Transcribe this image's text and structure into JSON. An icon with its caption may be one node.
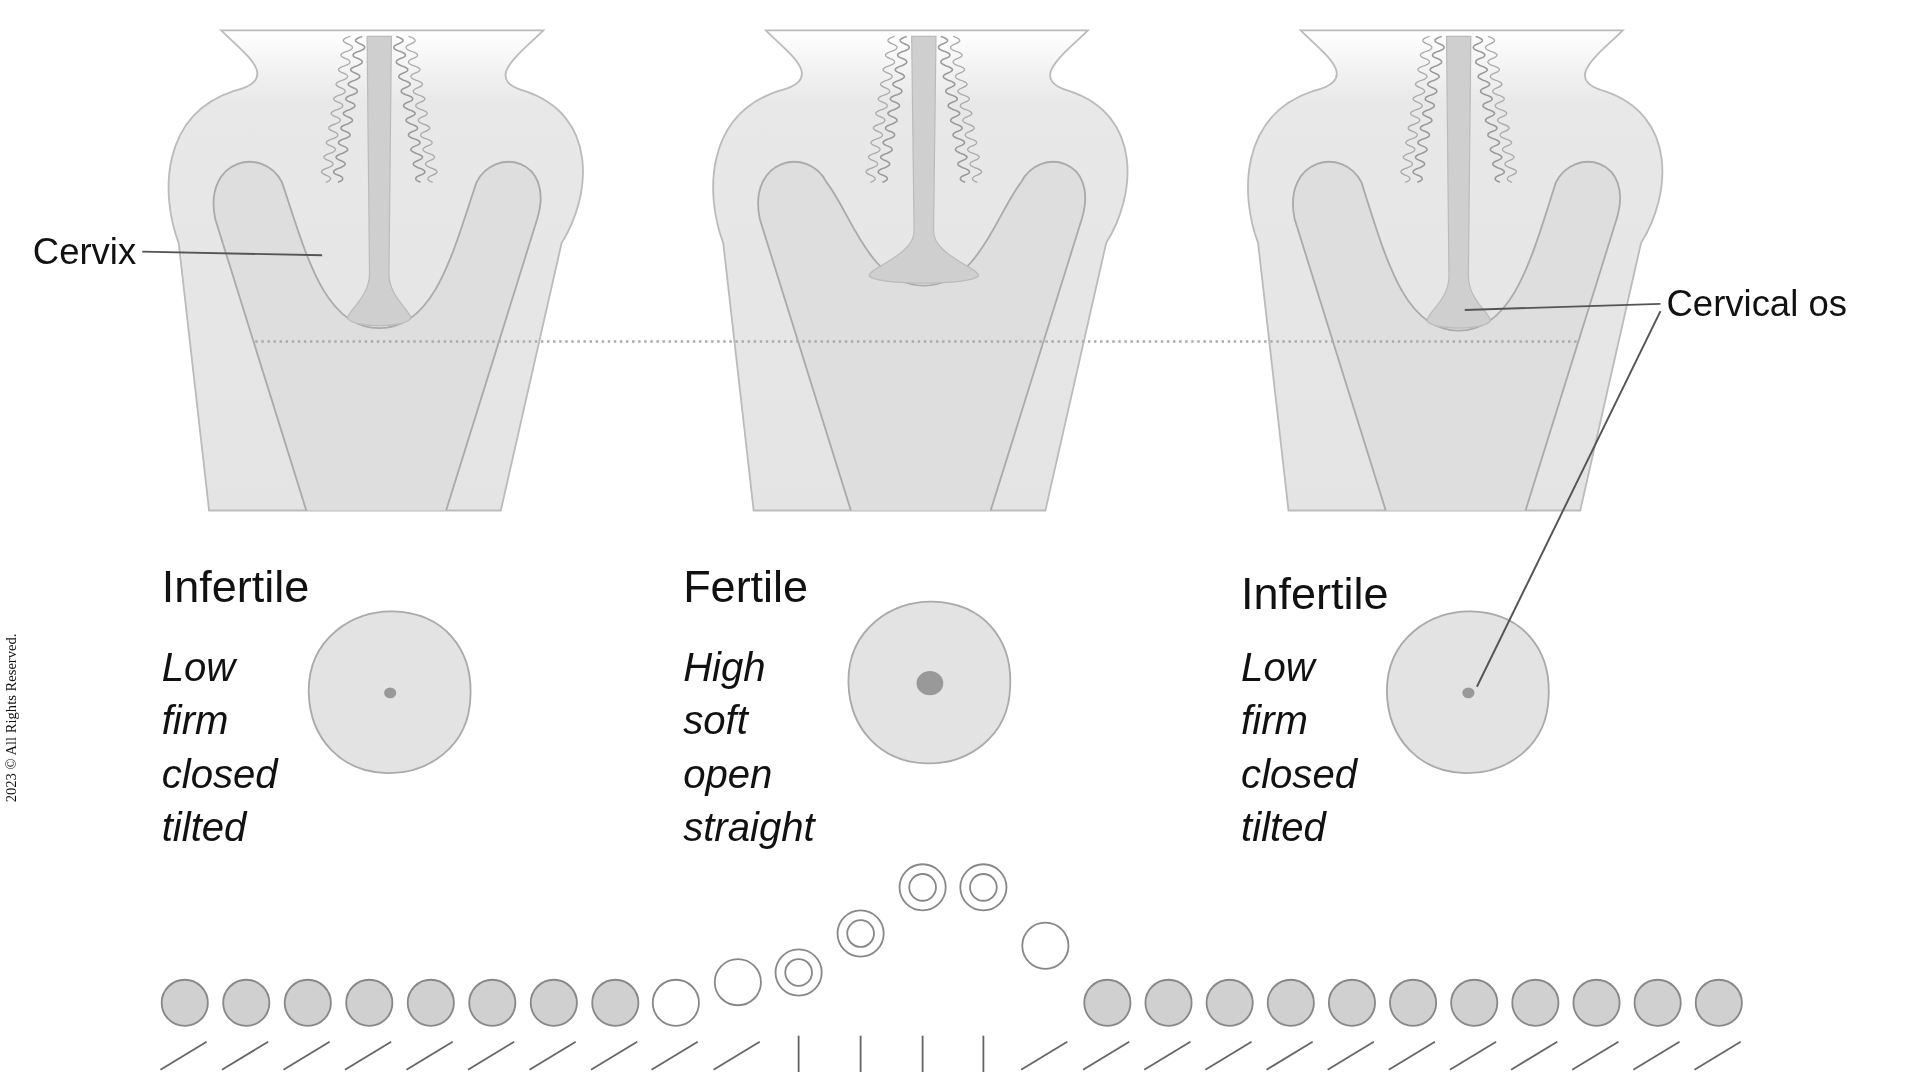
{
  "diagram": {
    "nodes": [
      {
        "text": [
          "Cervix"
        ]
      },
      {
        "text": [
          "Cervical os"
        ]
      }
    ],
    "edges": [
      {
        "from": 0,
        "to": null,
        "arrow": "none"
      },
      {
        "from": 1,
        "to": null,
        "arrow": "none"
      },
      {
        "from": 1,
        "to": null,
        "arrow": "none"
      }
    ],
    "labels": [
      "2023 © All Rights Reserved.",
      "Infertile",
      "Low firm closed tilted",
      "Fertile",
      "High soft open straight",
      "Infertile",
      "Low firm closed tilted"
    ]
  }
}
